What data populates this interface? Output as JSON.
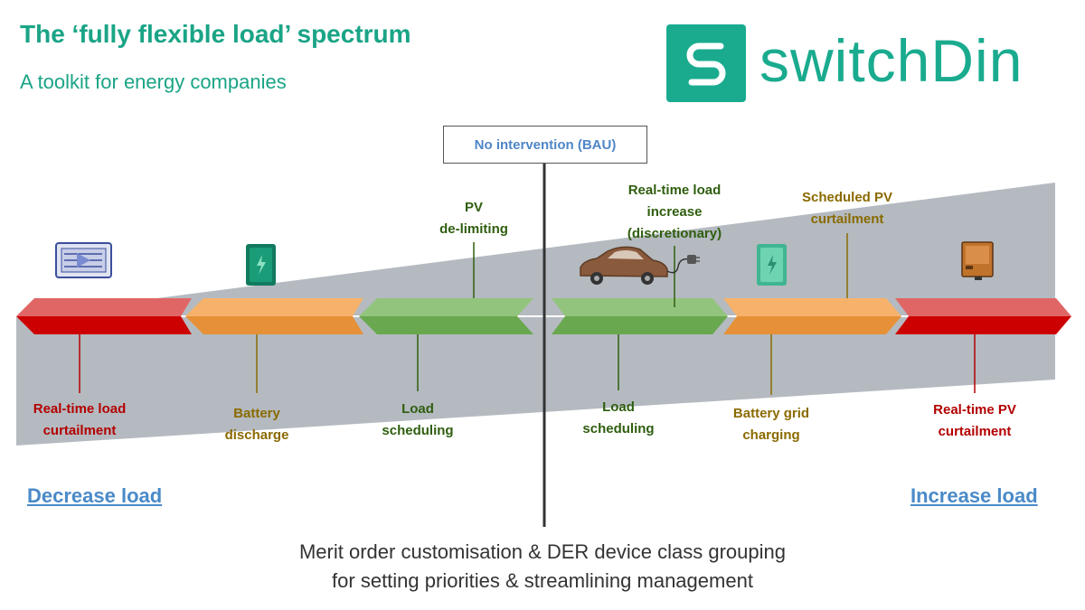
{
  "header": {
    "title": "The ‘fully flexible load’ spectrum",
    "subtitle": "A toolkit for energy companies"
  },
  "logo": {
    "text": "switchDin",
    "icon": "switchdin-logo-icon"
  },
  "center_box": {
    "label": "No intervention (BAU)"
  },
  "below_labels": [
    {
      "lines": [
        "Real-time load",
        "curtailment"
      ],
      "color": "red"
    },
    {
      "lines": [
        "Battery",
        "discharge"
      ],
      "color": "gold"
    },
    {
      "lines": [
        "Load",
        "scheduling"
      ],
      "color": "green"
    },
    {
      "lines": [
        "Load",
        "scheduling"
      ],
      "color": "green"
    },
    {
      "lines": [
        "Battery grid",
        "charging"
      ],
      "color": "gold"
    },
    {
      "lines": [
        "Real-time PV",
        "curtailment"
      ],
      "color": "red"
    }
  ],
  "above_labels": [
    {
      "lines": [
        "PV",
        "de-limiting"
      ],
      "color": "green"
    },
    {
      "lines": [
        "Real-time load",
        "increase",
        "(discretionary)"
      ],
      "color": "green"
    },
    {
      "lines": [
        "Scheduled PV",
        "curtailment"
      ],
      "color": "gold"
    }
  ],
  "icons": [
    "thermostat-icon",
    "battery-icon",
    "electric-car-icon",
    "battery-icon",
    "inverter-icon"
  ],
  "links": {
    "decrease": "Decrease load",
    "increase": "Increase load"
  },
  "footer": {
    "line1": "Merit order customisation & DER device class grouping",
    "line2": "for setting priorities & streamlining management"
  },
  "colors": {
    "teal": "#1aa486",
    "red_light": "#e06666",
    "red_dark": "#cc0000",
    "orange_light": "#f6b26b",
    "orange_dark": "#e69138",
    "green_light": "#93c47d",
    "green_dark": "#6aa84f",
    "wedge_gray": "#b4bac0"
  }
}
